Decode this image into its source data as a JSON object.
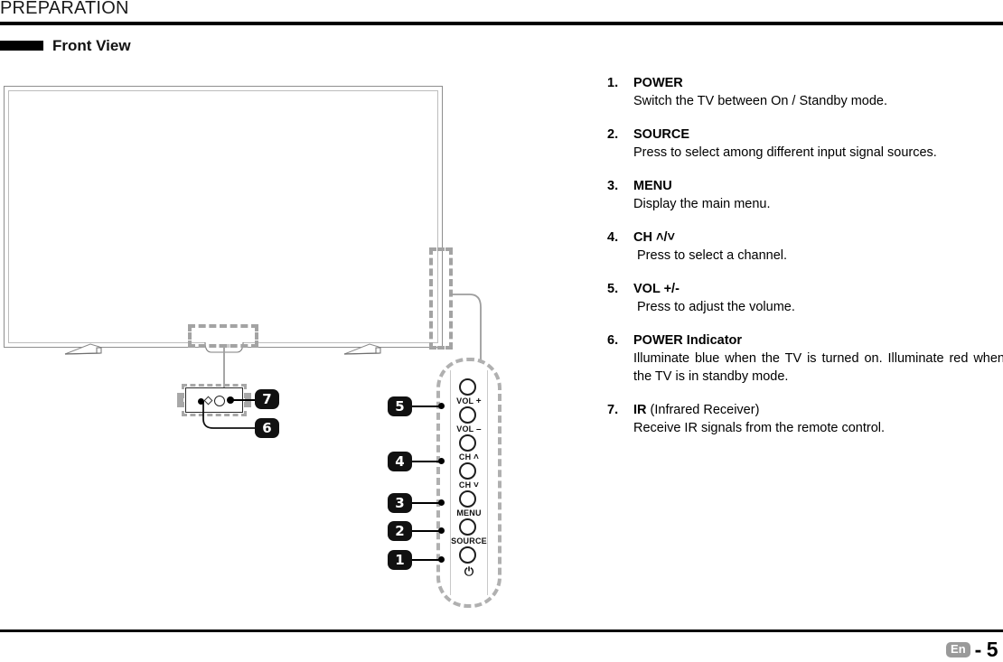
{
  "header": {
    "title": "PREPARATION",
    "section_title": "Front View"
  },
  "footer": {
    "language_badge": "En",
    "page_number": "- 5"
  },
  "diagram": {
    "panel_buttons": [
      {
        "label": "VOL",
        "symbol": "+",
        "name": "volume-up"
      },
      {
        "label": "VOL",
        "symbol": "–",
        "name": "volume-down"
      },
      {
        "label": "CH",
        "symbol": "˄",
        "name": "channel-up"
      },
      {
        "label": "CH",
        "symbol": "˅",
        "name": "channel-down"
      },
      {
        "label": "MENU",
        "symbol": "",
        "name": "menu"
      },
      {
        "label": "SOURCE",
        "symbol": "",
        "name": "source"
      }
    ],
    "power_glyph": "⏻",
    "callout_badges": [
      "1",
      "2",
      "3",
      "4",
      "5",
      "6",
      "7"
    ]
  },
  "features": [
    {
      "num": "1.",
      "title": "POWER",
      "title_suffix": "",
      "desc": "Switch the TV between On / Standby mode.",
      "indent": false
    },
    {
      "num": "2.",
      "title": "SOURCE",
      "title_suffix": "",
      "desc": "Press to select among different input signal sources.",
      "indent": false
    },
    {
      "num": "3.",
      "title": "MENU",
      "title_suffix": "",
      "desc": "Display the main menu.",
      "indent": false
    },
    {
      "num": "4.",
      "title": "CH ˄/˅",
      "title_suffix": "",
      "desc": "Press to select a channel.",
      "indent": true
    },
    {
      "num": "5.",
      "title": "VOL +/-",
      "title_suffix": "",
      "desc": "Press to adjust the volume.",
      "indent": true
    },
    {
      "num": "6.",
      "title": "POWER Indicator",
      "title_suffix": "",
      "desc": "Illuminate blue when the TV is turned on. Illuminate red when the TV is in standby mode.",
      "indent": false
    },
    {
      "num": "7.",
      "title": "IR",
      "title_suffix": " (Infrared Receiver)",
      "desc": "Receive IR signals from the remote control.",
      "indent": false
    }
  ]
}
